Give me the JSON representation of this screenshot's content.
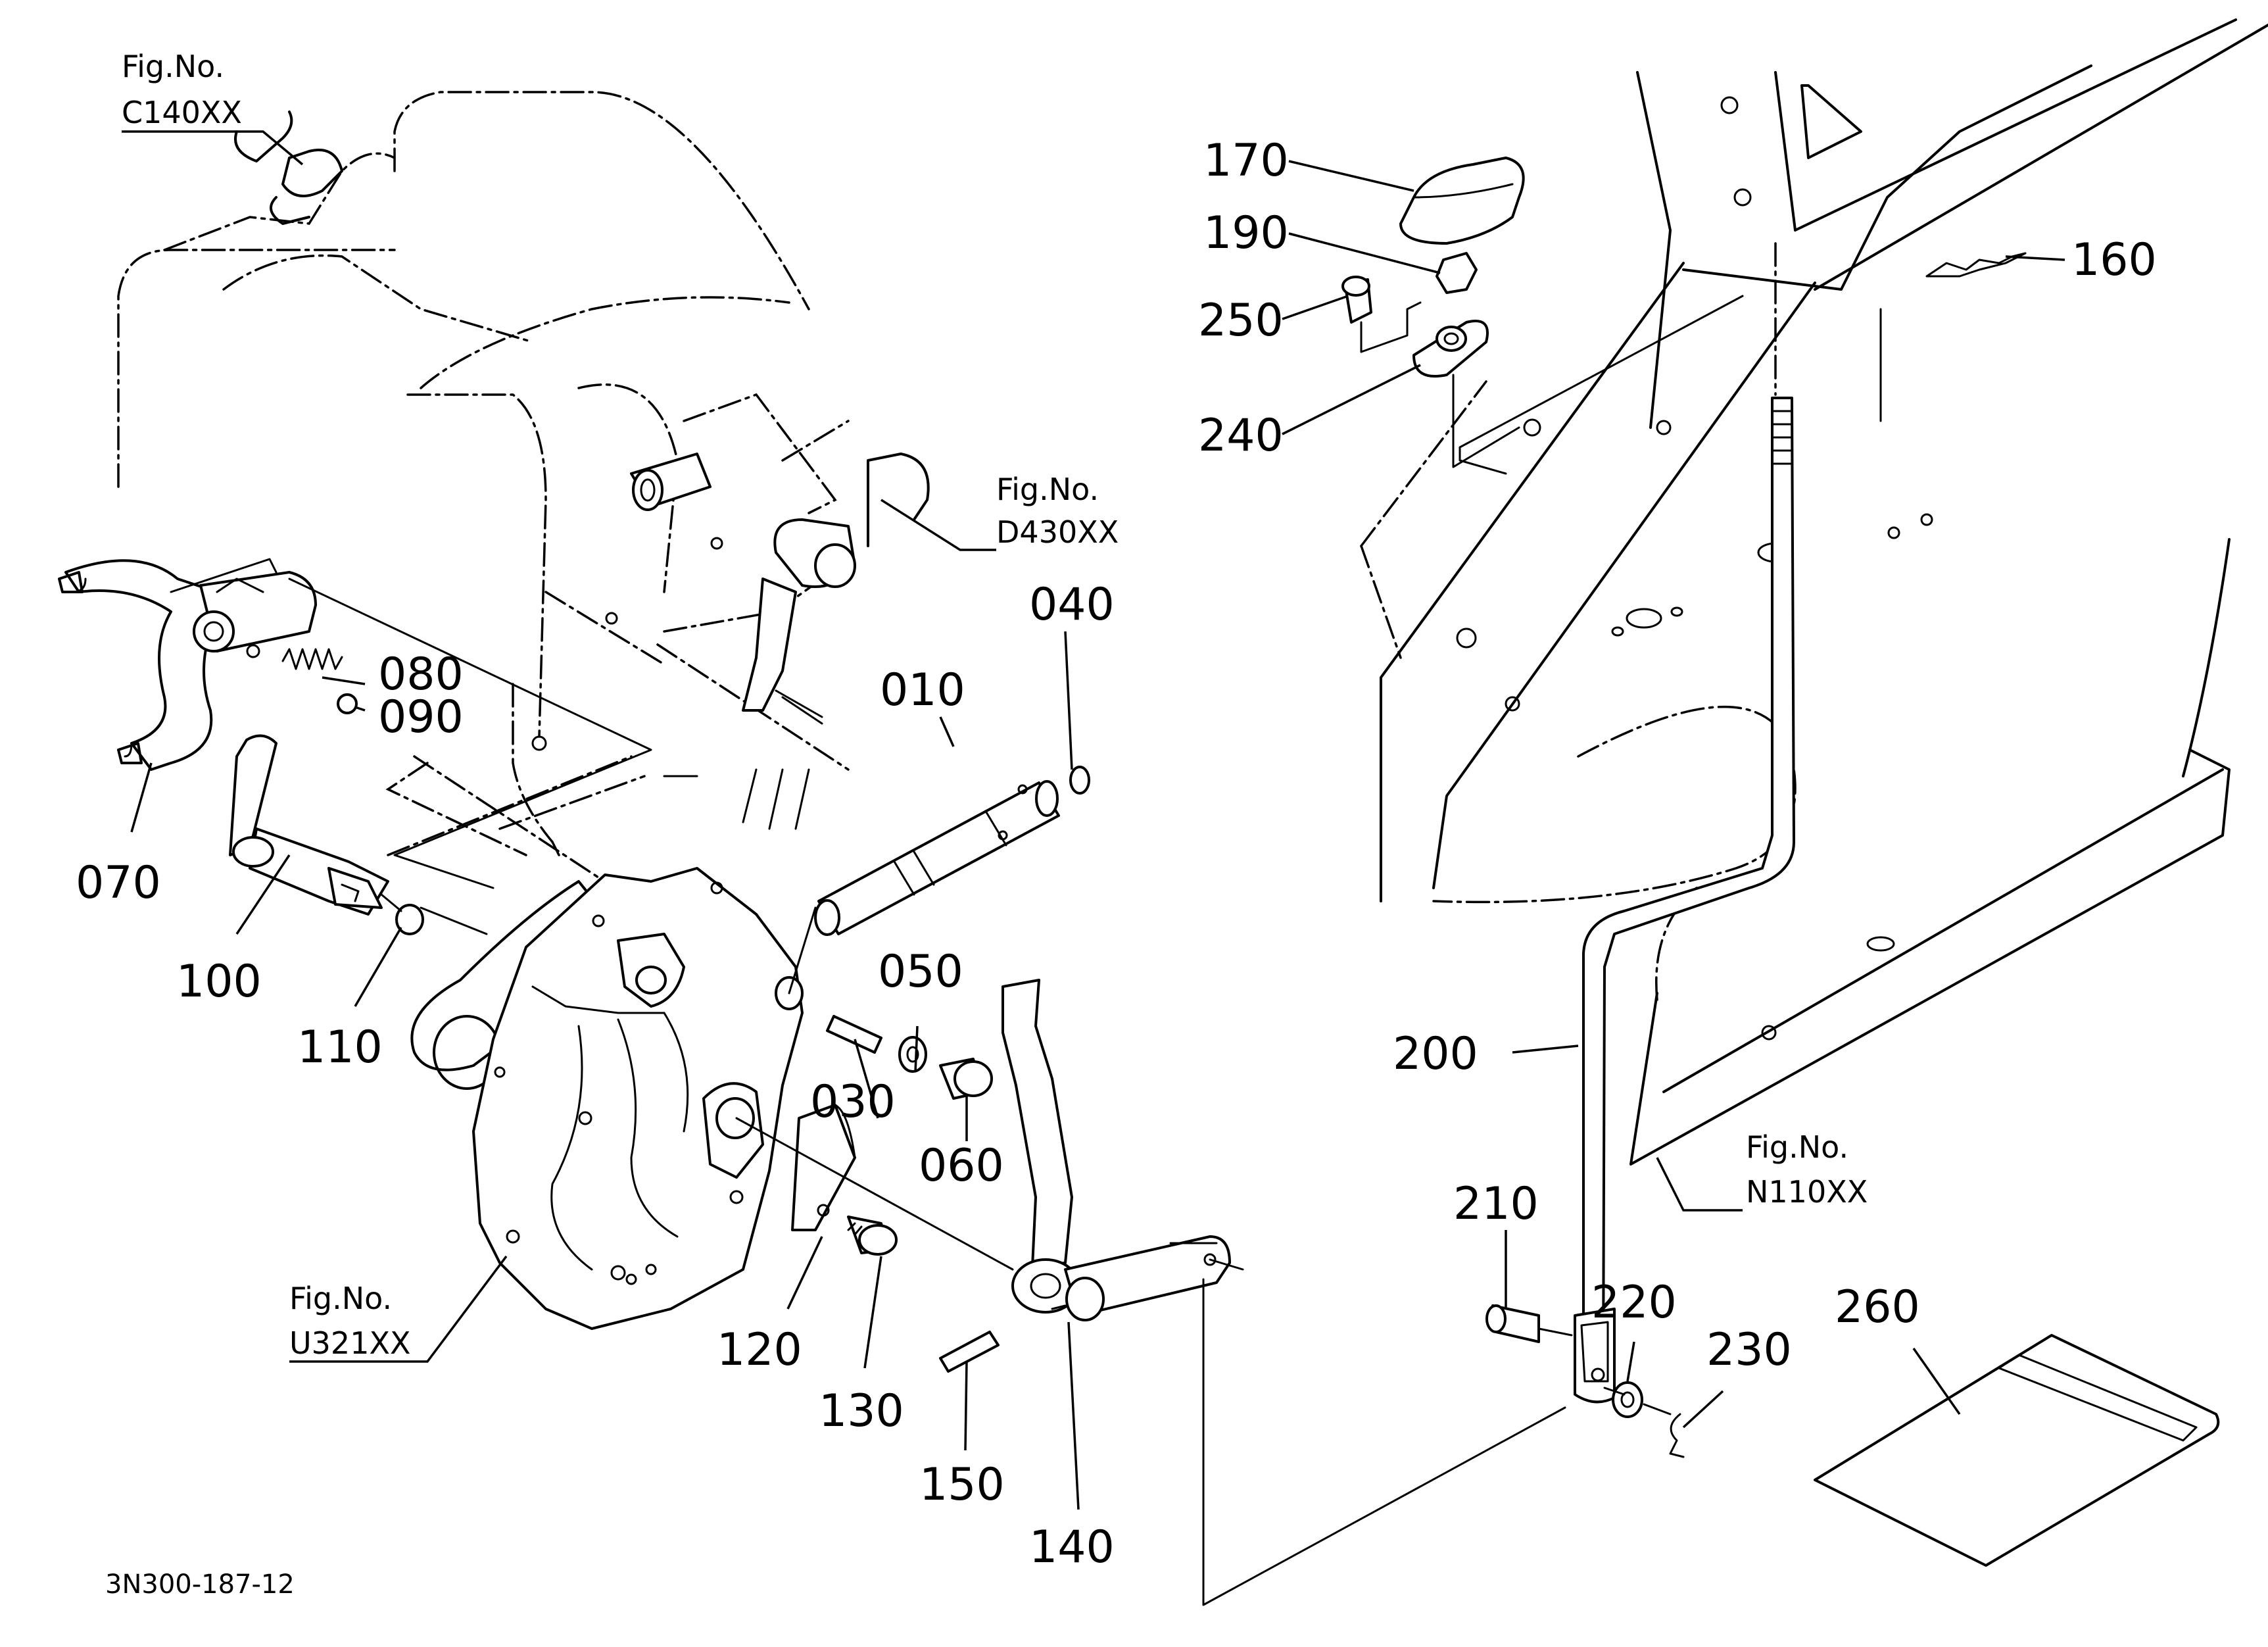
{
  "figure_code": "3N300-187-12",
  "fig_refs": [
    {
      "label": "Fig.No.",
      "code": "C140XX"
    },
    {
      "label": "Fig.No.",
      "code": "D430XX"
    },
    {
      "label": "Fig.No.",
      "code": "U321XX"
    },
    {
      "label": "Fig.No.",
      "code": "N110XX"
    }
  ],
  "parts": [
    {
      "no": "010"
    },
    {
      "no": "030"
    },
    {
      "no": "040"
    },
    {
      "no": "050"
    },
    {
      "no": "060"
    },
    {
      "no": "070"
    },
    {
      "no": "080"
    },
    {
      "no": "090"
    },
    {
      "no": "100"
    },
    {
      "no": "110"
    },
    {
      "no": "120"
    },
    {
      "no": "130"
    },
    {
      "no": "140"
    },
    {
      "no": "150"
    },
    {
      "no": "160"
    },
    {
      "no": "170"
    },
    {
      "no": "190"
    },
    {
      "no": "200"
    },
    {
      "no": "210"
    },
    {
      "no": "220"
    },
    {
      "no": "230"
    },
    {
      "no": "240"
    },
    {
      "no": "250"
    },
    {
      "no": "260"
    }
  ]
}
